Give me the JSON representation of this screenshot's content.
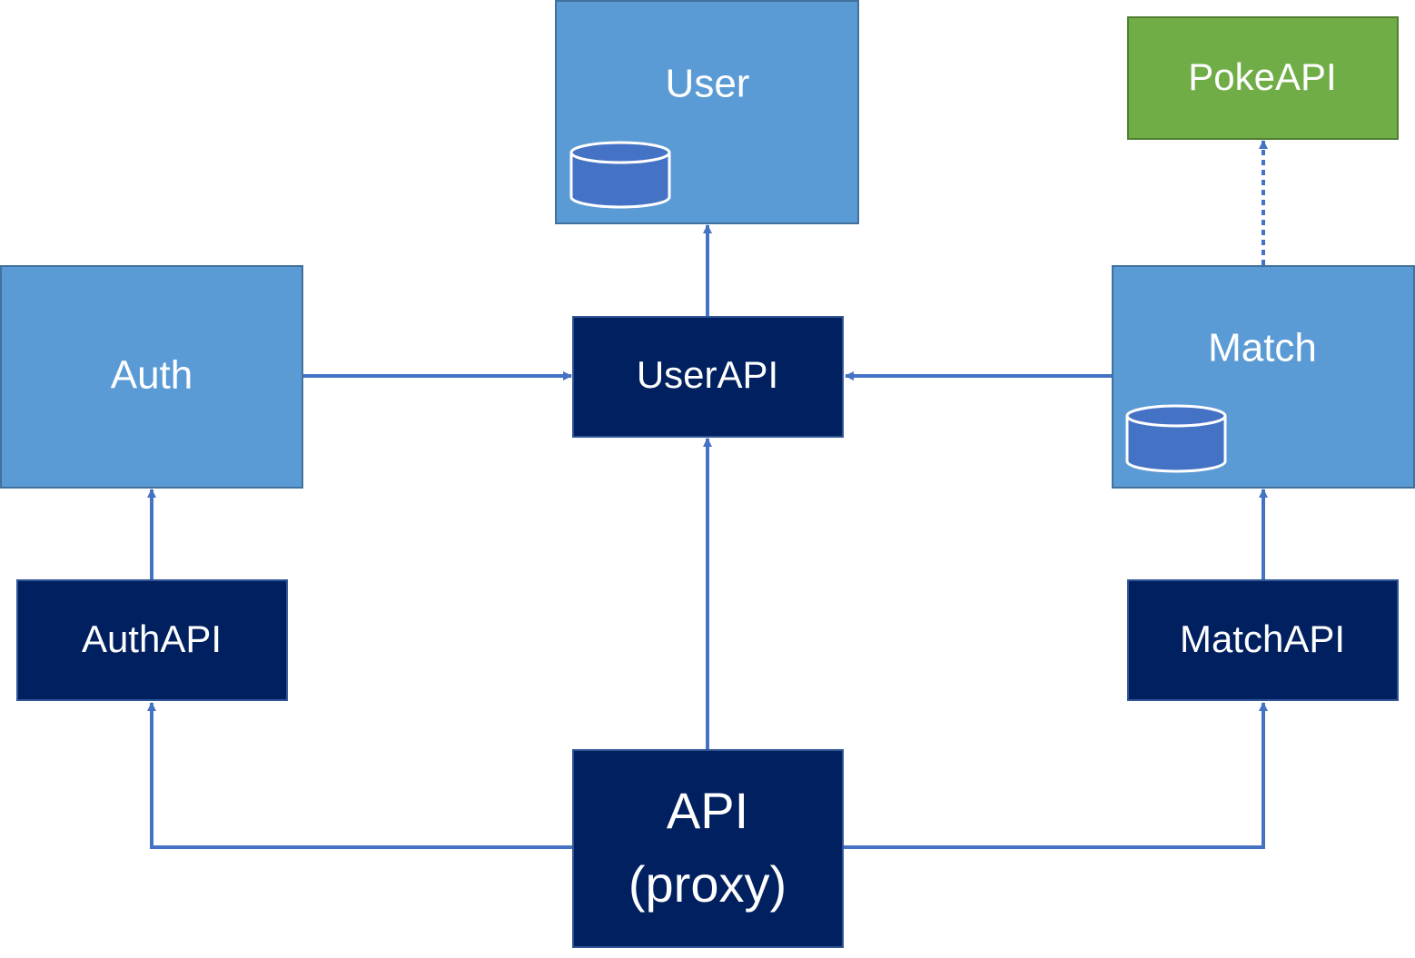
{
  "colors": {
    "service": "#5b9bd5",
    "service_border": "#41719c",
    "api": "#002060",
    "api_border": "#2f5597",
    "external": "#70ad47",
    "external_border": "#507e32",
    "edge": "#4472c4",
    "db_fill": "#4472c4",
    "db_stroke": "#ffffff",
    "text": "#ffffff"
  },
  "nodes": {
    "user": {
      "label": "User",
      "kind": "service",
      "has_database": true
    },
    "pokeapi": {
      "label": "PokeAPI",
      "kind": "external"
    },
    "auth": {
      "label": "Auth",
      "kind": "service"
    },
    "userapi": {
      "label": "UserAPI",
      "kind": "api"
    },
    "match": {
      "label": "Match",
      "kind": "service",
      "has_database": true
    },
    "authapi": {
      "label": "AuthAPI",
      "kind": "api"
    },
    "matchapi": {
      "label": "MatchAPI",
      "kind": "api"
    },
    "proxy": {
      "label_line1": "API",
      "label_line2": "(proxy)",
      "kind": "api"
    }
  },
  "edges": [
    {
      "from": "userapi",
      "to": "user",
      "style": "solid"
    },
    {
      "from": "auth",
      "to": "userapi",
      "style": "solid"
    },
    {
      "from": "match",
      "to": "userapi",
      "style": "solid"
    },
    {
      "from": "match",
      "to": "pokeapi",
      "style": "dotted"
    },
    {
      "from": "authapi",
      "to": "auth",
      "style": "solid"
    },
    {
      "from": "matchapi",
      "to": "match",
      "style": "solid"
    },
    {
      "from": "proxy",
      "to": "userapi",
      "style": "solid"
    },
    {
      "from": "proxy",
      "to": "authapi",
      "style": "solid"
    },
    {
      "from": "proxy",
      "to": "matchapi",
      "style": "solid"
    }
  ]
}
